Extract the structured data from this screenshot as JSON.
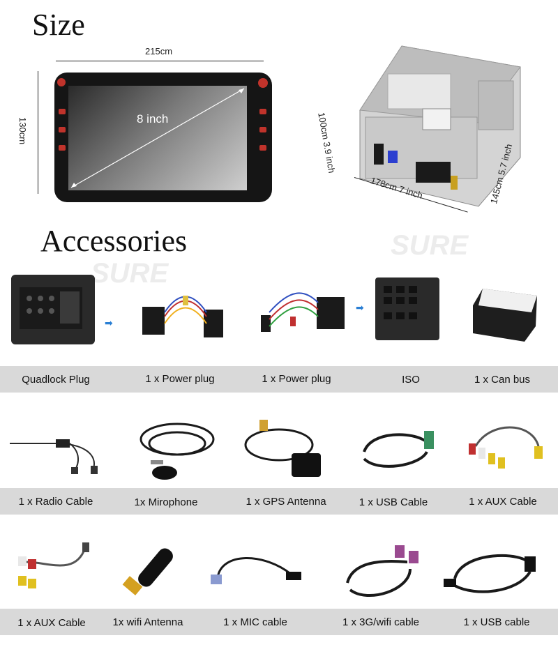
{
  "size": {
    "title": "Size",
    "width_label": "215cm",
    "height_label": "130cm",
    "screen_label": "8 inch",
    "chassis_height_label": "100cm 3.9 inch",
    "chassis_width_label": "178cm 7 inch",
    "chassis_depth_label": "145cm 5.7 inch"
  },
  "accessories": {
    "title": "Accessories",
    "watermark": "SURE",
    "row1": [
      "Quadlock Plug",
      "1 x Power plug",
      "1 x Power plug",
      "ISO",
      "1 x Can bus"
    ],
    "row2": [
      "1 x Radio Cable",
      "1x Mirophone",
      "1 x GPS Antenna",
      "1 x USB Cable",
      "1 x AUX Cable"
    ],
    "row3": [
      "1 x AUX Cable",
      "1x wifi Antenna",
      "1 x MIC cable",
      "1 x 3G/wifi cable",
      "1 x USB cable"
    ]
  }
}
